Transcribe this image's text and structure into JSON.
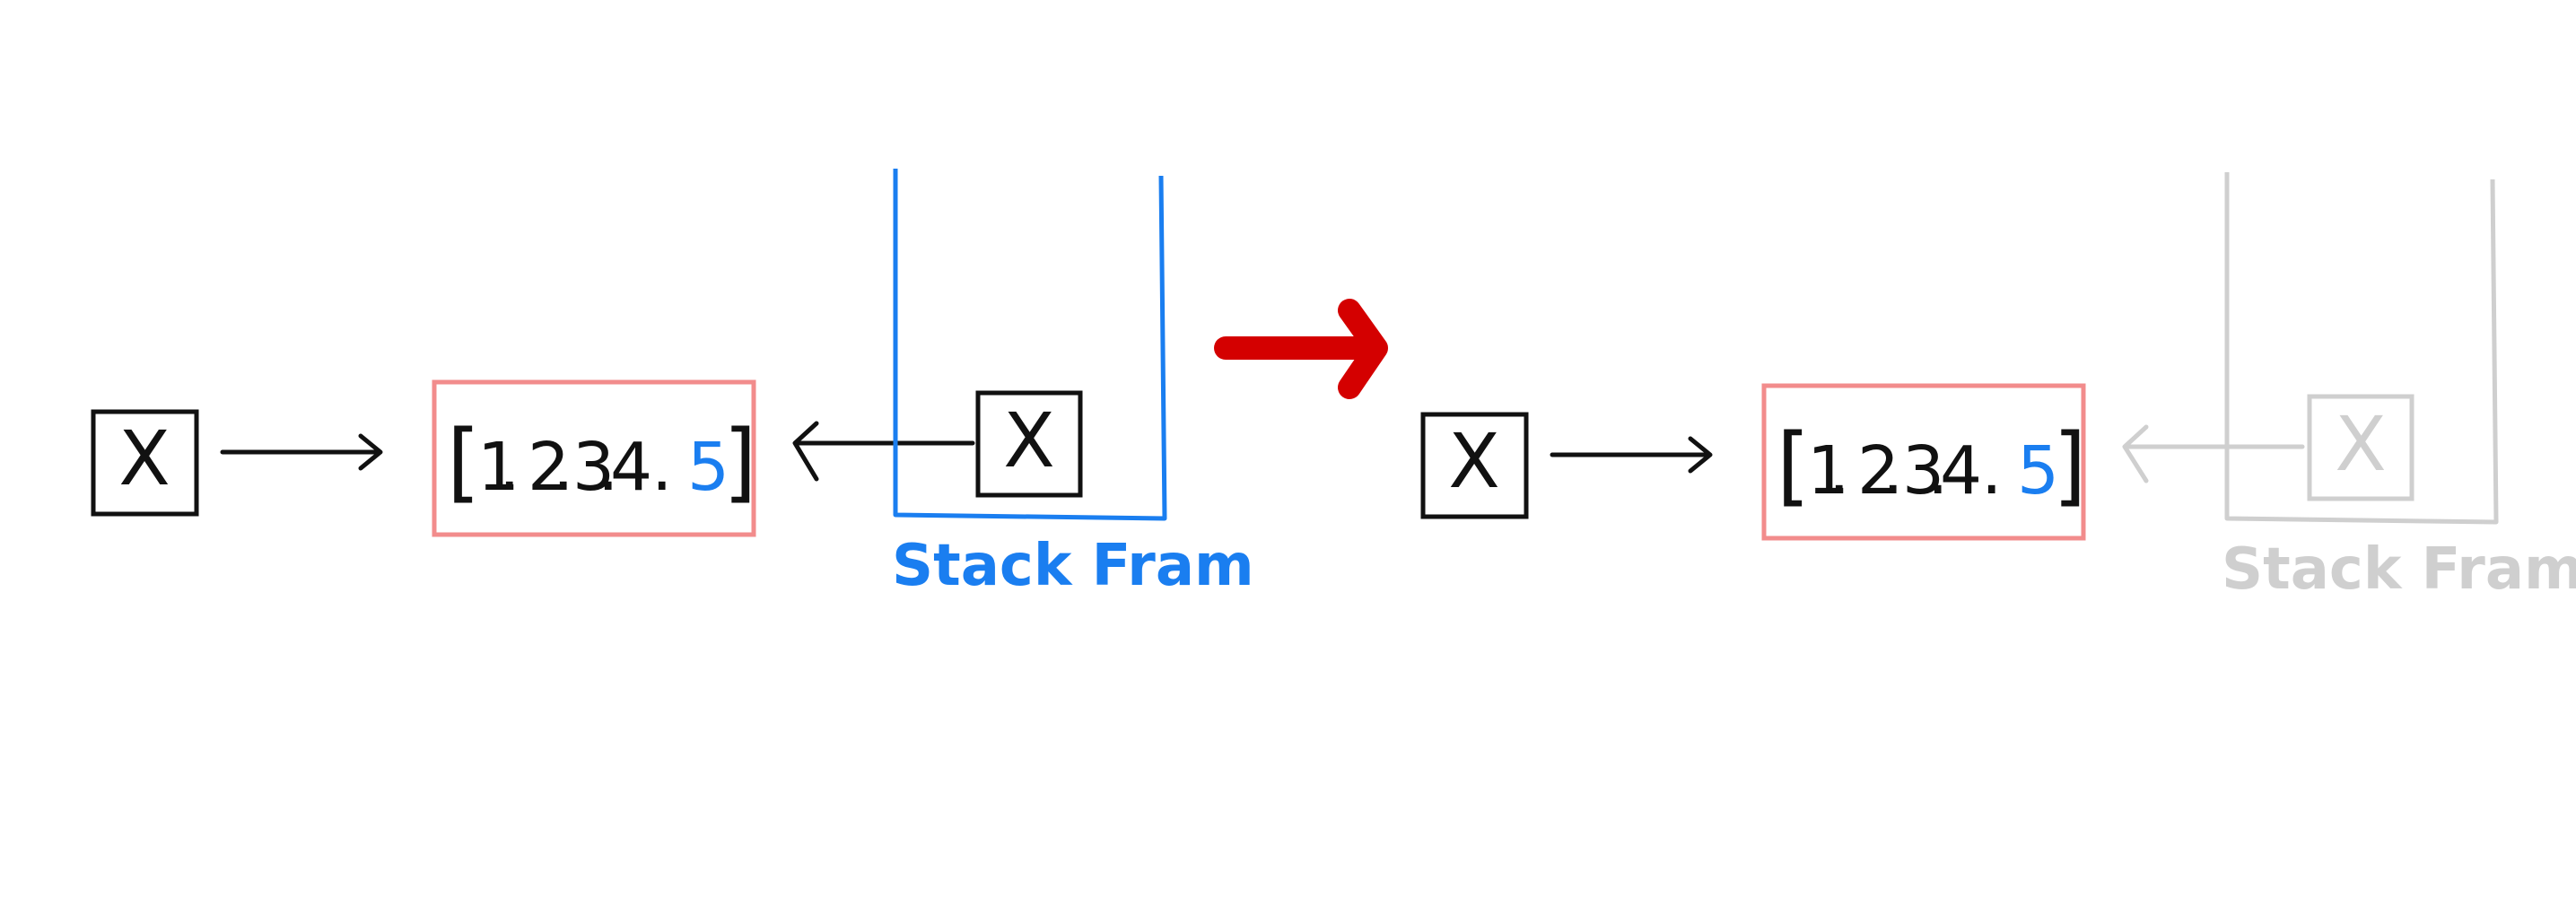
{
  "colors": {
    "ink": "#111111",
    "frame_blue": "#1a7ef0",
    "array_border": "#f28c8c",
    "highlight_blue": "#1a7ef0",
    "transition_arrow": "#d40000",
    "faded": "#cfcfcf"
  },
  "before": {
    "variable_label": "X",
    "array": {
      "open_bracket": "[",
      "items": [
        "1",
        "2",
        "3",
        "4"
      ],
      "separators": [
        ".",
        ".",
        ".",
        "."
      ],
      "last_item": "5",
      "close_bracket": "]"
    },
    "frame_variable_label": "X",
    "stack_frame_label": "Stack Fram"
  },
  "transition": {
    "icon": "right-arrow-icon"
  },
  "after": {
    "variable_label": "X",
    "array": {
      "open_bracket": "[",
      "items": [
        "1",
        "2",
        "3",
        "4"
      ],
      "separators": [
        ".",
        ".",
        ".",
        "."
      ],
      "last_item": "5",
      "close_bracket": "]"
    },
    "frame_variable_label": "X",
    "stack_frame_label": "Stack Fram"
  }
}
